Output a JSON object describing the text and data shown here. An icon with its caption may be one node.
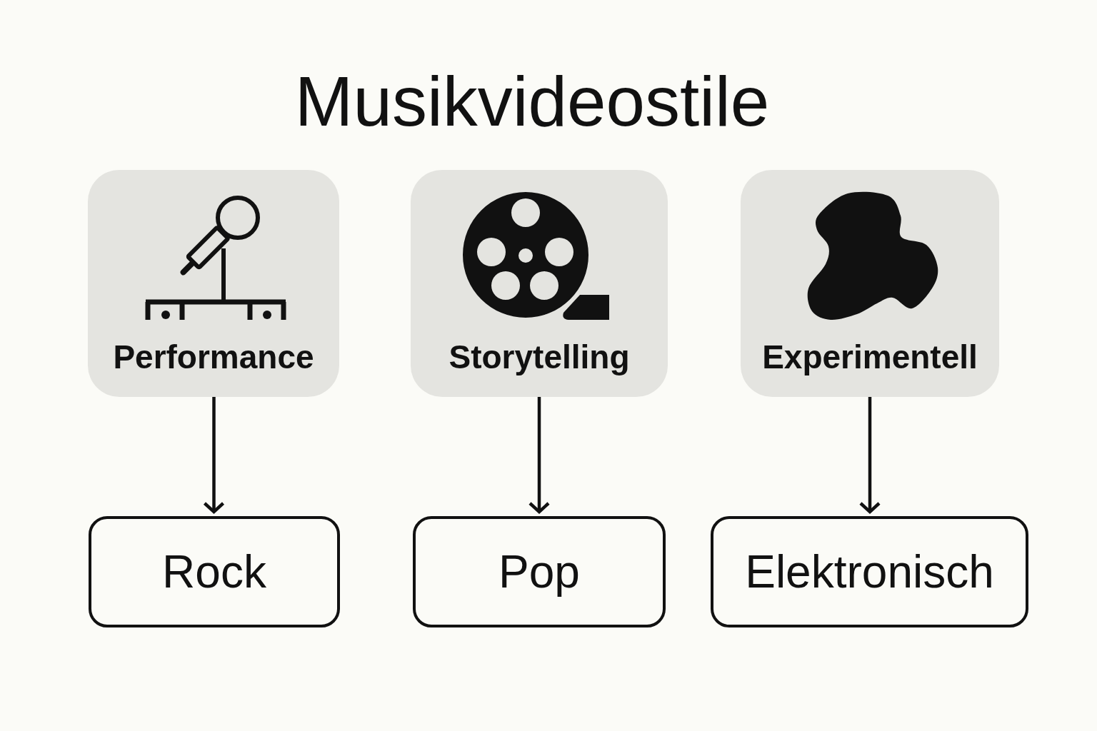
{
  "diagram": {
    "title": "Musikvideostile",
    "nodes": [
      {
        "text": [
          "Performance"
        ]
      },
      {
        "text": [
          "Storytelling"
        ]
      },
      {
        "text": [
          "Experimentell"
        ]
      },
      {
        "text": [
          "Rock"
        ]
      },
      {
        "text": [
          "Pop"
        ]
      },
      {
        "text": [
          "Elektronisch"
        ]
      }
    ],
    "edges": [
      {
        "from": 0,
        "to": 3,
        "arrow": "to"
      },
      {
        "from": 1,
        "to": 4,
        "arrow": "to"
      },
      {
        "from": 2,
        "to": 5,
        "arrow": "to"
      }
    ]
  }
}
